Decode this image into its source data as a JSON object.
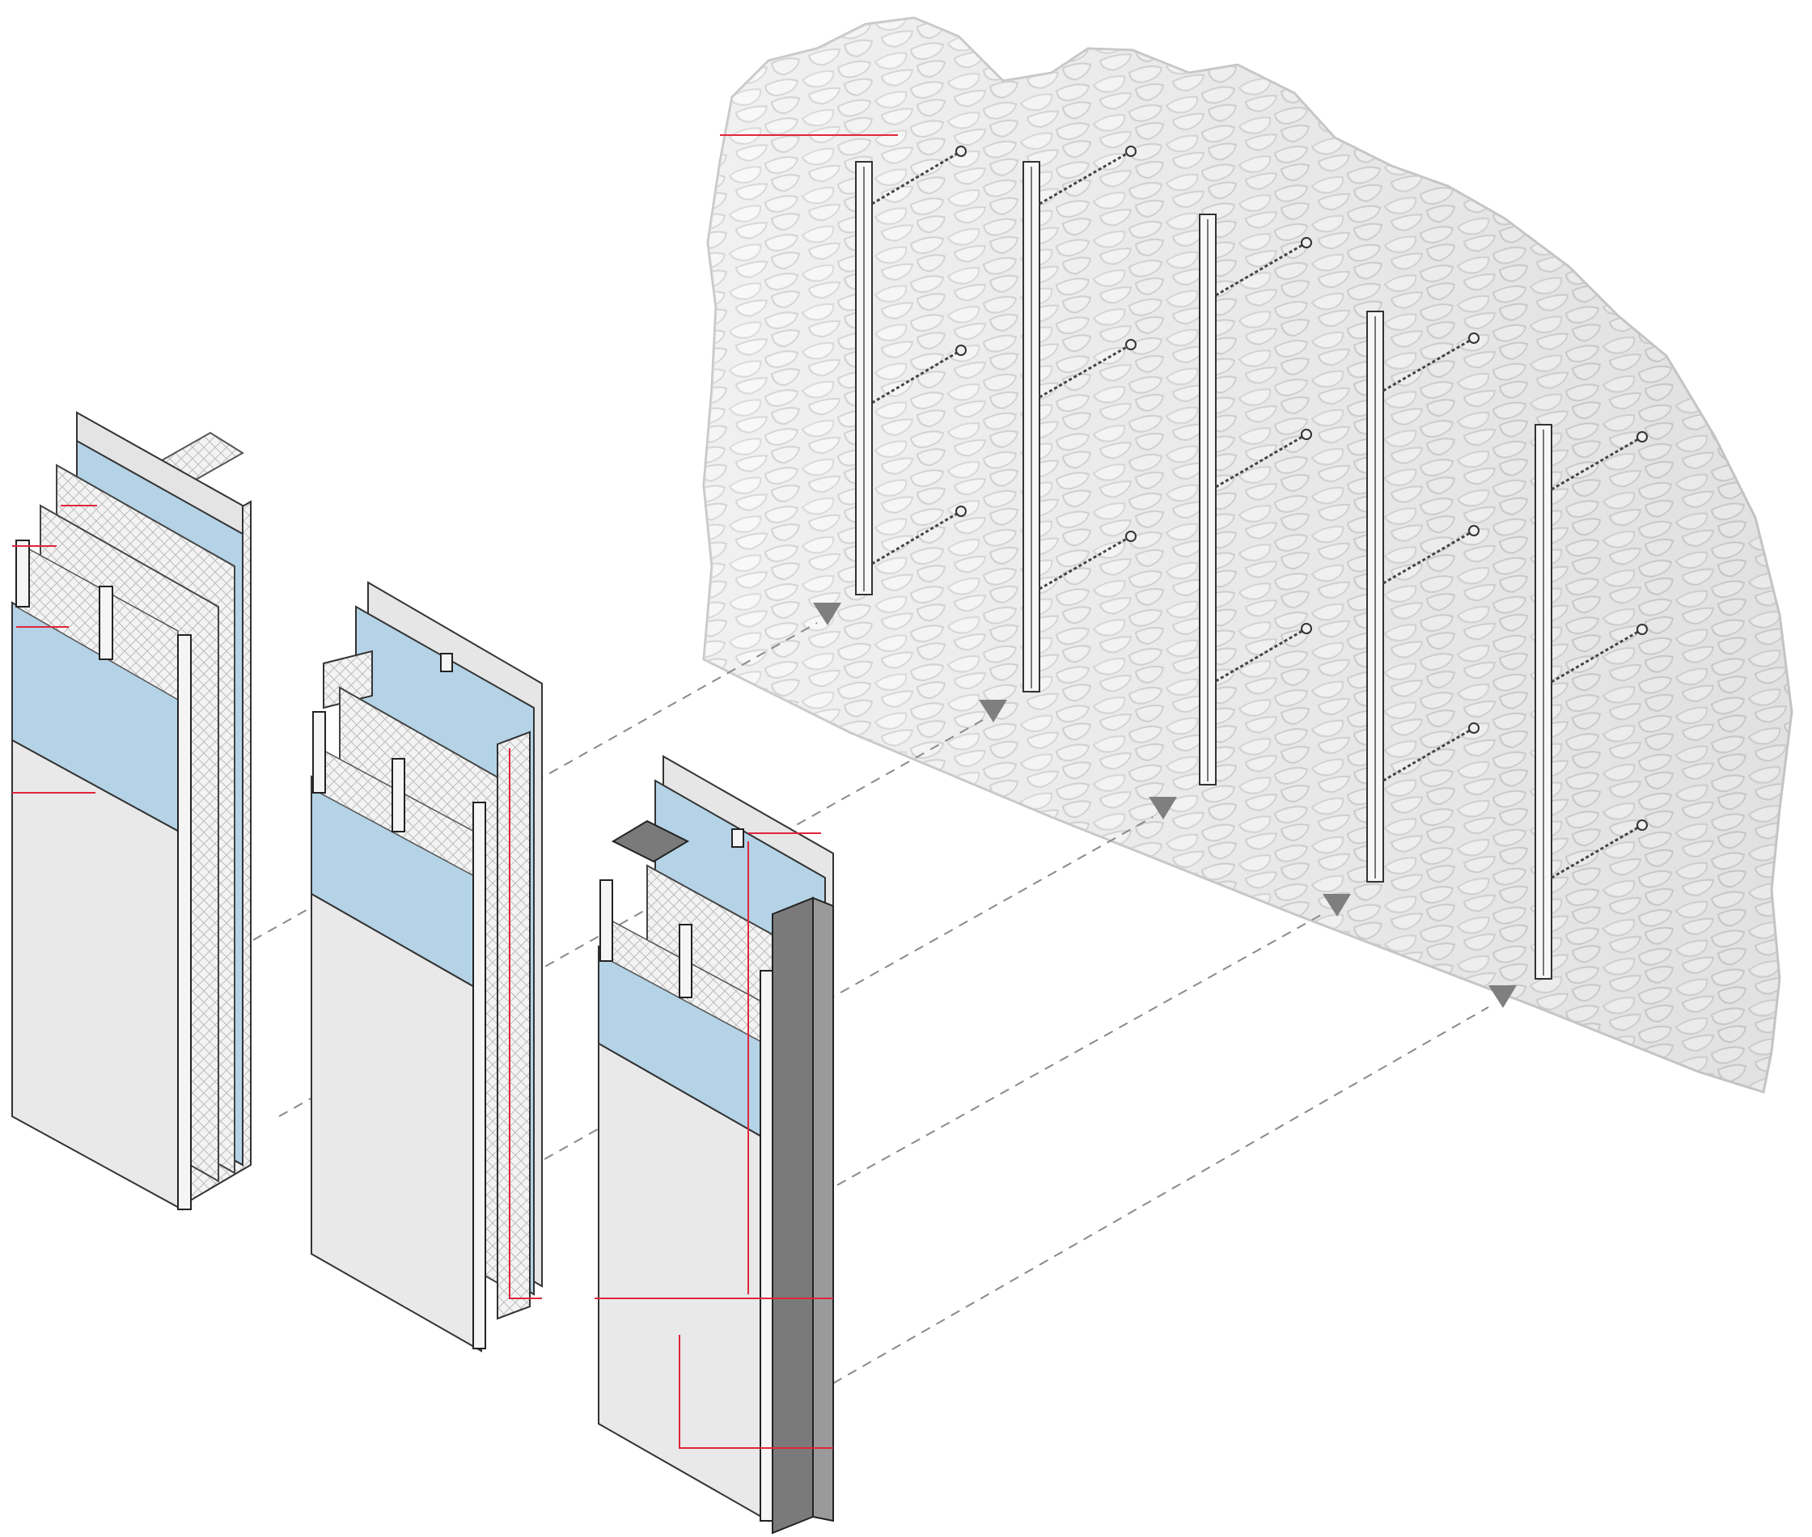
{
  "figure": {
    "caption": "",
    "colors": {
      "background": "#ffffff",
      "stone_wall": "#ececec",
      "stone_wall_shade": "#d4d4d4",
      "insulation_board": "#b5d3e6",
      "gypsum_board": "#e9e9e9",
      "steel_profile": "#f5f5f5",
      "steel_channel_dark": "#7a7a7a",
      "leader_line": "#e0263c",
      "guide_line": "#888888",
      "arrow_head": "#7f7f7f"
    },
    "components": [
      {
        "id": "panel-1",
        "icon": "wall-panel-variant-a"
      },
      {
        "id": "panel-2",
        "icon": "wall-panel-variant-b"
      },
      {
        "id": "panel-3",
        "icon": "wall-panel-variant-c"
      },
      {
        "id": "stone-wall",
        "icon": "rubble-stone-wall-with-steel-posts"
      }
    ],
    "steel_post_count": 5,
    "tie_rod_count": 12,
    "assembly_arrow_count": 5
  }
}
